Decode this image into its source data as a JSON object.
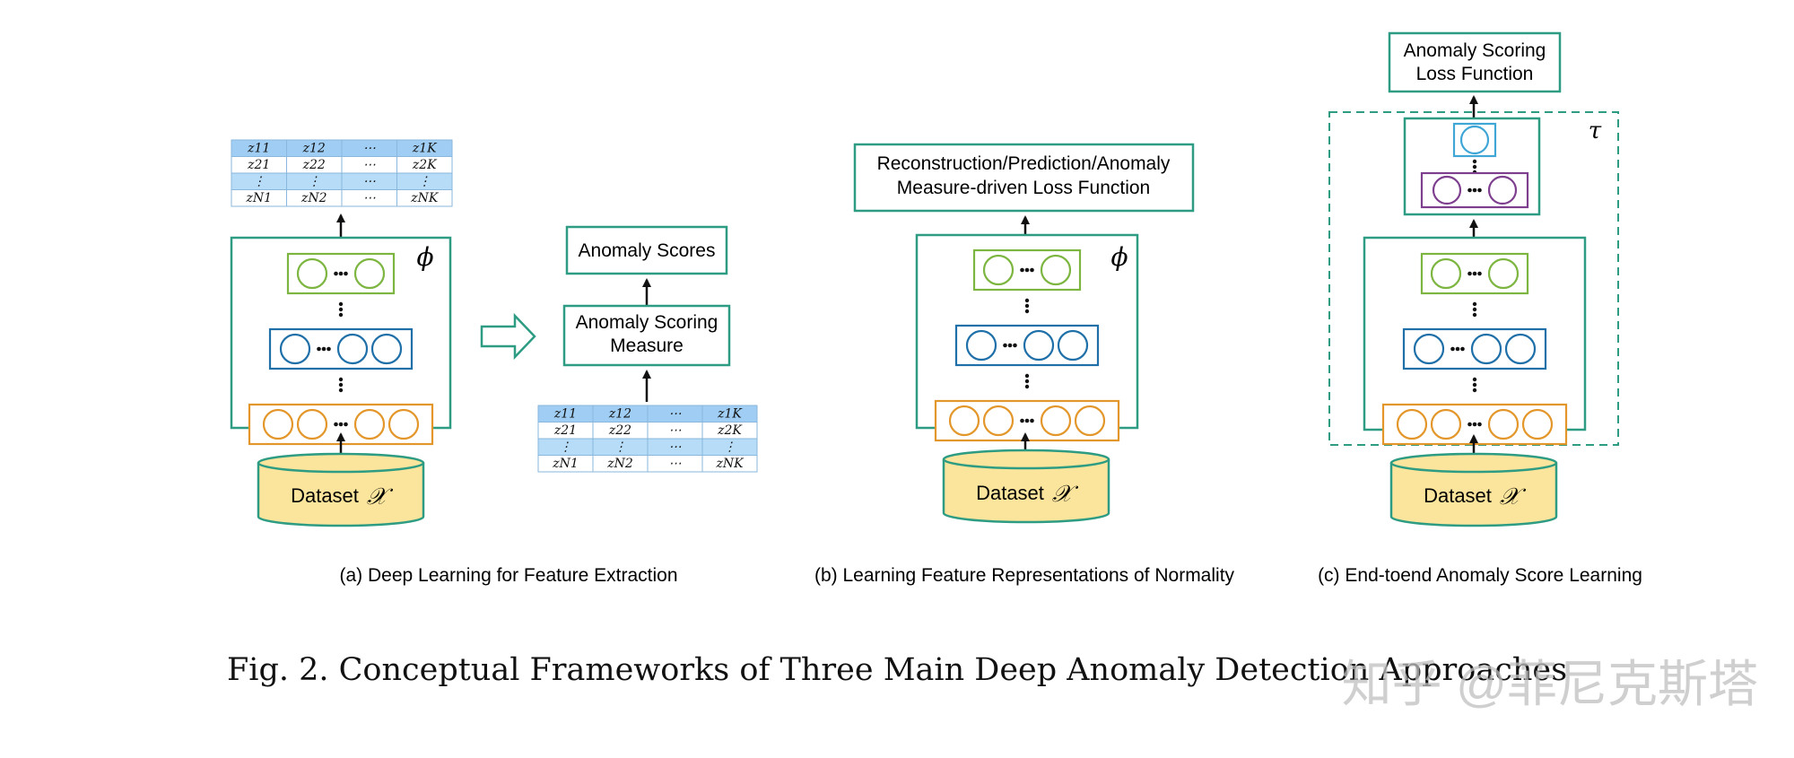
{
  "colors": {
    "box_stroke": "#2e9c83",
    "layer_green": "#7cb53f",
    "layer_blue": "#1f6fa8",
    "layer_orange": "#e3962a",
    "layer_lightblue": "#3fa6d6",
    "layer_purple": "#7f3f8f",
    "dataset_fill": "#fbe59c",
    "table_header": "#9fcdf3",
    "table_band": "#b7dcf7",
    "table_grid": "#8ab7de",
    "text": "#111111",
    "watermark": "#bfbfbf"
  },
  "icons": [
    "up-arrow-icon",
    "hollow-right-arrow-icon",
    "neuron-circle-icon",
    "vertical-ellipsis-icon"
  ],
  "panel_a": {
    "caption": "(a) Deep Learning for Feature Extraction",
    "network_symbol": "ϕ",
    "dataset_label": "Dataset",
    "dataset_symbol": "𝒳",
    "scores_label": "Anomaly Scores",
    "scoring_measure_line1": "Anomaly Scoring",
    "scoring_measure_line2": "Measure",
    "feature_table": {
      "rows": [
        [
          "z11",
          "z12",
          "⋯",
          "z1K"
        ],
        [
          "z21",
          "z22",
          "⋯",
          "z2K"
        ],
        [
          "⋮",
          "⋮",
          "⋯",
          "⋮"
        ],
        [
          "zN1",
          "zN2",
          "⋯",
          "zNK"
        ]
      ]
    }
  },
  "panel_b": {
    "caption": "(b) Learning Feature Representations of Normality",
    "network_symbol": "ϕ",
    "loss_line1": "Reconstruction/Prediction/Anomaly",
    "loss_line2": "Measure-driven Loss Function",
    "dataset_label": "Dataset",
    "dataset_symbol": "𝒳"
  },
  "panel_c": {
    "caption": "(c) End-toend Anomaly Score Learning",
    "scorer_symbol": "τ",
    "loss_line1": "Anomaly Scoring",
    "loss_line2": "Loss Function",
    "dataset_label": "Dataset",
    "dataset_symbol": "𝒳"
  },
  "figure_caption": "Fig. 2.  Conceptual Frameworks of Three Main Deep Anomaly Detection Approaches",
  "watermark": "知乎 @菲尼克斯塔"
}
